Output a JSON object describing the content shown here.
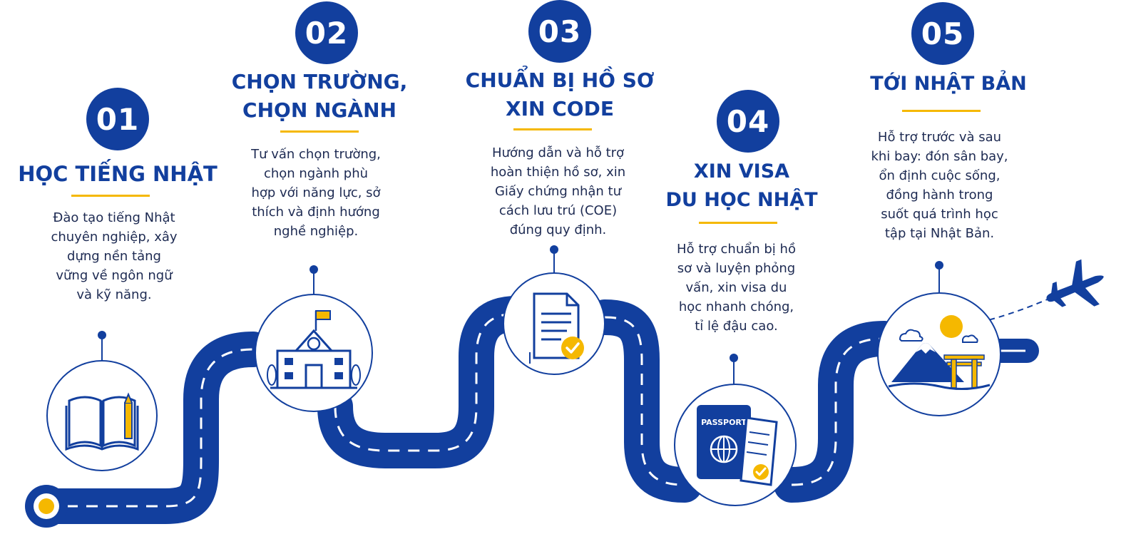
{
  "steps": [
    {
      "number": "01",
      "title_lines": [
        "HỌC TIẾNG NHẬT"
      ],
      "desc_lines": [
        "Đào tạo tiếng Nhật",
        "chuyên nghiệp, xây",
        "dựng nền tảng",
        "vững về ngôn ngữ",
        "và kỹ năng."
      ],
      "icon": "book-icon"
    },
    {
      "number": "02",
      "title_lines": [
        "CHỌN TRƯỜNG,",
        "CHỌN NGÀNH"
      ],
      "desc_lines": [
        "Tư vấn chọn trường,",
        "chọn ngành phù",
        "hợp với năng lực, sở",
        "thích và định hướng",
        "nghề nghiệp."
      ],
      "icon": "school-icon"
    },
    {
      "number": "03",
      "title_lines": [
        "CHUẨN BỊ HỒ SƠ",
        "XIN CODE"
      ],
      "desc_lines": [
        "Hướng dẫn và hỗ trợ",
        "hoàn thiện hồ sơ, xin",
        "Giấy chứng nhận tư",
        "cách lưu trú (COE)",
        "đúng quy định."
      ],
      "icon": "document-check-icon"
    },
    {
      "number": "04",
      "title_lines": [
        "XIN VISA",
        "DU HỌC NHẬT"
      ],
      "desc_lines": [
        "Hỗ trợ chuẩn bị hồ",
        "sơ và luyện phỏng",
        "vấn, xin visa du",
        "học nhanh chóng,",
        "tỉ lệ đậu cao."
      ],
      "icon": "passport-icon",
      "icon_text": "PASSPORT"
    },
    {
      "number": "05",
      "title_lines": [
        "TỚI NHẬT BẢN"
      ],
      "desc_lines": [
        "Hỗ trợ trước và sau",
        "khi bay: đón sân bay,",
        "ổn định cuộc sống,",
        "đồng hành trong",
        "suốt quá trình học",
        "tập tại Nhật Bản."
      ],
      "icon": "japan-scene-icon"
    }
  ],
  "colors": {
    "navy": "#123f9e",
    "yellow": "#f5b800",
    "text": "#1d2a52"
  },
  "decor": {
    "plane": "airplane-icon"
  }
}
